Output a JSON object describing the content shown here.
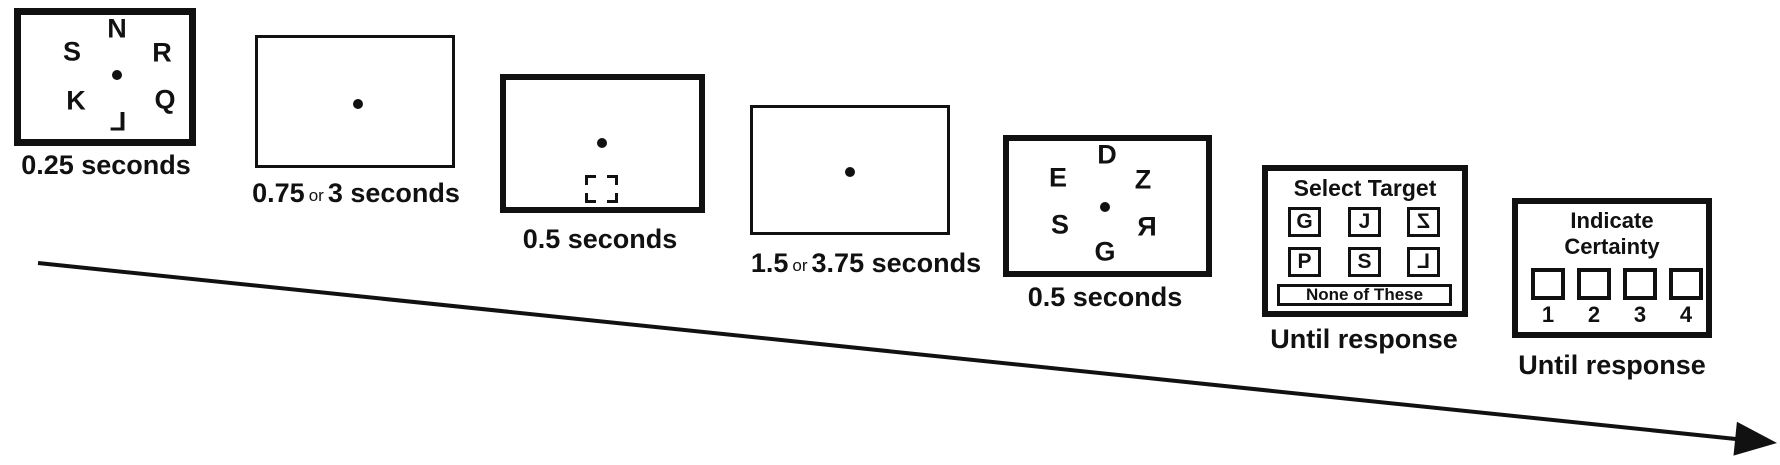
{
  "colors": {
    "ink": "#111111",
    "background": "#ffffff"
  },
  "panels": {
    "memory_array": {
      "letters": {
        "top": "N",
        "top_left": "S",
        "top_right": "R",
        "bottom_left": "K",
        "bottom_right": "Q",
        "bottom": "L"
      },
      "duration": "0.25 seconds"
    },
    "fixation_1": {
      "duration_parts": {
        "a": "0.75",
        "conj": "or",
        "b": "3 seconds"
      }
    },
    "location_cue": {
      "duration": "0.5 seconds"
    },
    "fixation_2": {
      "duration_parts": {
        "a": "1.5",
        "conj": "or",
        "b": "3.75 seconds"
      }
    },
    "probe_array": {
      "letters": {
        "top": "D",
        "top_left": "E",
        "top_right": "Z",
        "bottom_left": "S",
        "bottom_right": "R",
        "bottom": "G"
      },
      "duration": "0.5 seconds"
    },
    "select_target": {
      "title": "Select Target",
      "options": {
        "r1c1": "G",
        "r1c2": "J",
        "r1c3": "Z",
        "r2c1": "P",
        "r2c2": "S",
        "r2c3": "L"
      },
      "none_button": "None of These",
      "duration": "Until response"
    },
    "indicate_certainty": {
      "title_line1": "Indicate",
      "title_line2": "Certainty",
      "ratings": {
        "c1": "1",
        "c2": "2",
        "c3": "3",
        "c4": "4"
      },
      "duration": "Until response"
    }
  },
  "mirrored_glyphs": [
    "panels.memory_array.letters.bottom",
    "panels.probe_array.letters.bottom_right",
    "panels.select_target.options.r1c3",
    "panels.select_target.options.r2c3"
  ]
}
